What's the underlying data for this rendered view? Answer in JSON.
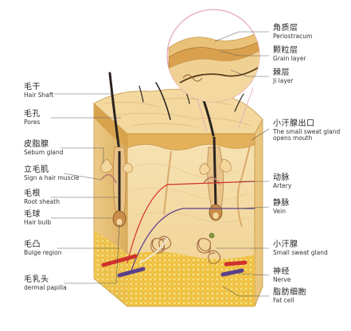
{
  "labels_left": [
    {
      "key": "hair_shaft",
      "zh": "毛干",
      "en": "Hair Shaft"
    },
    {
      "key": "pores",
      "zh": "毛孔",
      "en": "Pores"
    },
    {
      "key": "sebum_gland",
      "zh": "皮脂腺",
      "en": "Sebum gland"
    },
    {
      "key": "hair_muscle",
      "zh": "立毛肌",
      "en": "Sign a hair muscle"
    },
    {
      "key": "root_sheath",
      "zh": "毛根",
      "en": "Root sheath"
    },
    {
      "key": "hair_bulb",
      "zh": "毛球",
      "en": "Hair bulb"
    },
    {
      "key": "bulge_region",
      "zh": "毛凸",
      "en": "Bulge region"
    },
    {
      "key": "dermal_papilla",
      "zh": "毛乳头",
      "en": "dermal papilla"
    }
  ],
  "labels_right": [
    {
      "key": "periostracum",
      "zh": "角质层",
      "en": "Periostracum"
    },
    {
      "key": "grain_layer",
      "zh": "颗粒层",
      "en": "Grain layer"
    },
    {
      "key": "ji_layer",
      "zh": "棘层",
      "en": "Ji layer"
    },
    {
      "key": "sweat_mouth",
      "zh": "小汗腺出口",
      "en": "The small sweat gland opens mouth"
    },
    {
      "key": "artery",
      "zh": "动脉",
      "en": "Artery"
    },
    {
      "key": "vein",
      "zh": "静脉",
      "en": "Vein"
    },
    {
      "key": "sweat_gland",
      "zh": "小汗腺",
      "en": "Small sweat gland"
    },
    {
      "key": "nerve",
      "zh": "神经",
      "en": "Nerve"
    },
    {
      "key": "fat_cell",
      "zh": "脂肪细胞",
      "en": "Fat cell"
    }
  ],
  "colors": {
    "skin_top": "#f1d79a",
    "skin_front": "#f4dca8",
    "skin_side": "#e7c27a",
    "epidermis": "#e2b15a",
    "fat": "#f2c94c",
    "hair": "#2b2420",
    "artery": "#d0312d",
    "vein": "#5b3f8c",
    "nerve": "#e8e2d0",
    "leader": "#5a5a5a",
    "callout": "#e5a3b3"
  }
}
